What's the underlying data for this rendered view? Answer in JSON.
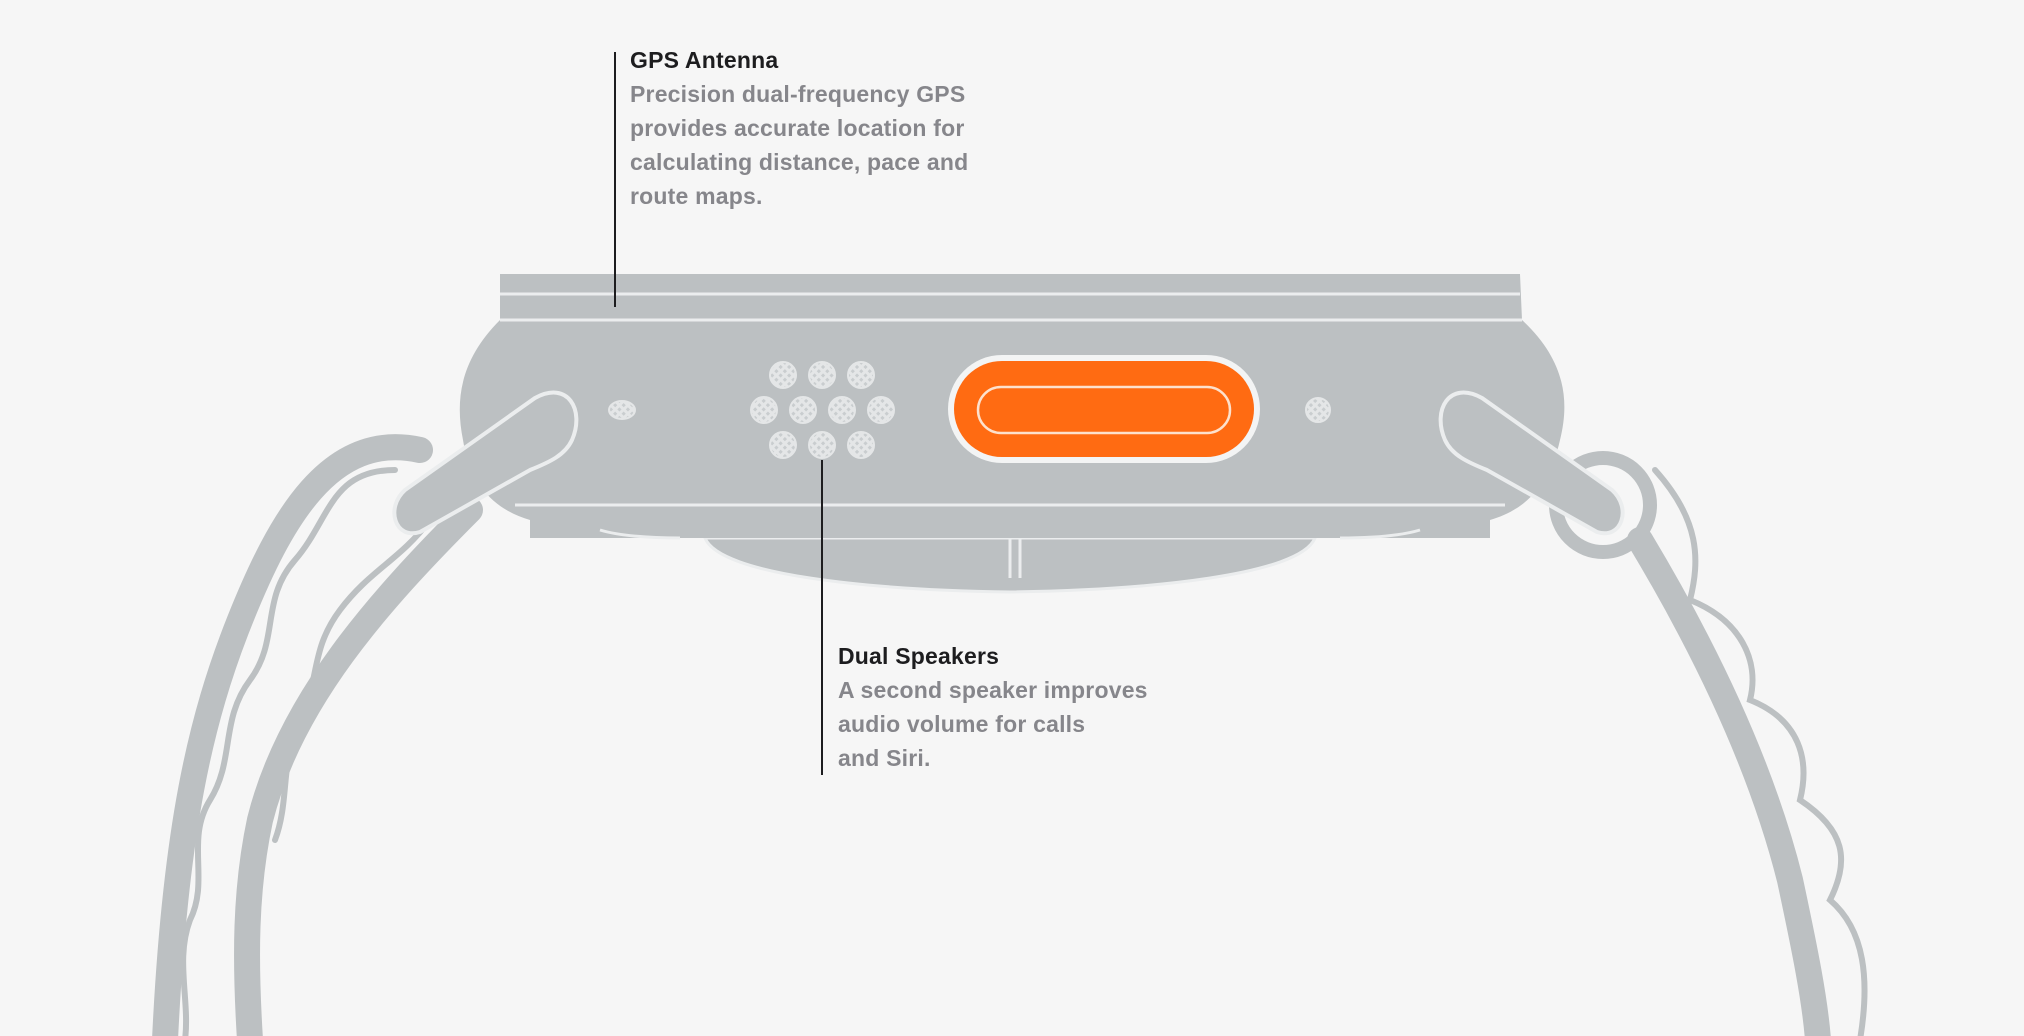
{
  "colors": {
    "background": "#f6f6f6",
    "watch_body": "#bcc0c2",
    "watch_outline": "#ebedee",
    "action_button": "#ff6b12",
    "title_text": "#1d1d1f",
    "description_text": "#86868b"
  },
  "callouts": {
    "gps": {
      "title": "GPS Antenna",
      "description": "Precision dual-frequency GPS\nprovides accurate location for\ncalculating distance, pace and\nroute maps."
    },
    "speakers": {
      "title": "Dual Speakers",
      "description": "A second speaker improves\naudio volume for calls\nand Siri."
    }
  },
  "illustration": {
    "subject": "watch-side-view",
    "icons": [
      "speaker-grille-icon",
      "action-button",
      "microphone-hole-icon",
      "band-lug"
    ]
  }
}
